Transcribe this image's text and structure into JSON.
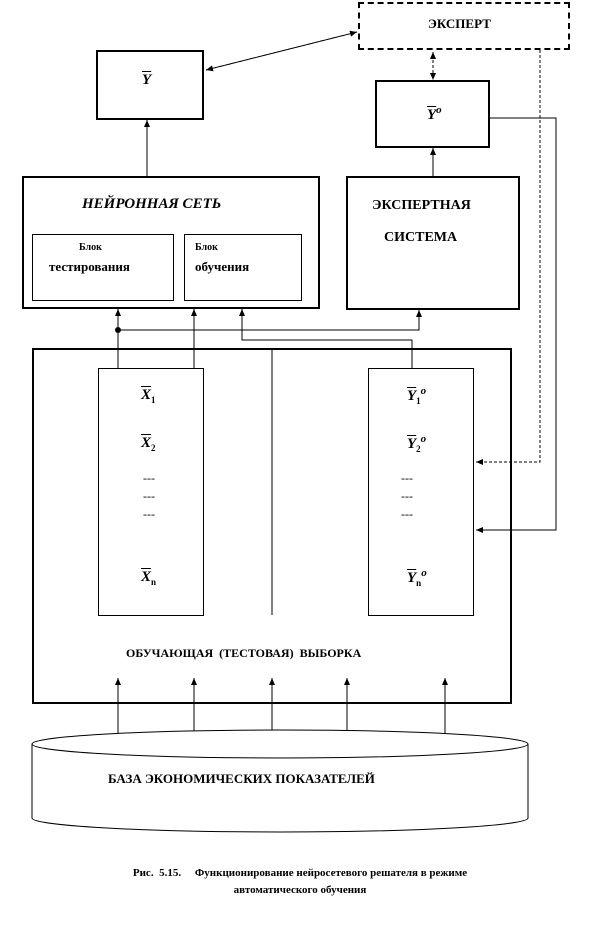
{
  "expert": "ЭКСПЕРТ",
  "y_bar": "Y",
  "y_o": "Y",
  "y_o_sup": "o",
  "neural_net": "НЕЙРОННАЯ СЕТЬ",
  "block_testing_1": "Блок",
  "block_testing_2": "тестирования",
  "block_learning_1": "Блок",
  "block_learning_2": "обучения",
  "expert_system_1": "ЭКСПЕРТНАЯ",
  "expert_system_2": "СИСТЕМА",
  "x_items": [
    {
      "base": "X",
      "sub": "1"
    },
    {
      "base": "X",
      "sub": "2"
    },
    {
      "base": "X",
      "sub": "n"
    }
  ],
  "y_items": [
    {
      "base": "Y",
      "sub": "1",
      "sup": "o"
    },
    {
      "base": "Y",
      "sub": "2",
      "sup": "o"
    },
    {
      "base": "Y",
      "sub": "n",
      "sup": "o"
    }
  ],
  "dots": "---",
  "sample_label": "ОБУЧАЮЩАЯ  (ТЕСТОВАЯ)  ВЫБОРКА",
  "database_label": "БАЗА ЭКОНОМИЧЕСКИХ ПОКАЗАТЕЛЕЙ",
  "caption_line1": "Рис.  5.15.     Функционирование нейросетевого решателя в режиме",
  "caption_line2": "автоматического обучения"
}
